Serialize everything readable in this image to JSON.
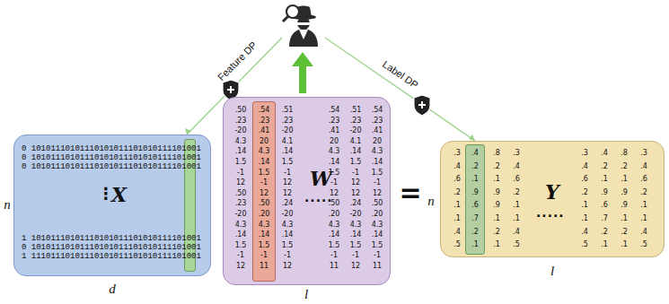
{
  "diagram": {
    "nodes": [
      {
        "text": [
          "0 10101110101110101011101010111101001",
          "0 10101110101110101011101010111101001",
          "0 10101110101110101011101010111101001",
          "⋮",
          "X",
          "1 10101110101110101011101010111101001",
          "0 10101110101110101011101010111101001",
          "1 11101110101110101011101010111101001"
        ]
      },
      {
        "text": [
          ".50 .23 -20 4.3 .14 1.5 -1 12 .50 .23 -20 4.3 .14 1.5 -1 12",
          ".54 .23 .41 20 4.3 .14 1.5 -1 12 .50 .20 4.3 .14 1.5 -1 11",
          ".51 .23 -20 4.1 .14 1.5 -1 12 12 .24 -20 4.3 .14 1.5 -1 12",
          "W",
          ".....",
          ".54 .23 .41 20 4.3 .14 1.5 -1 12 .50 .20 4.3 .14 1.5 -1 11",
          ".51 .23 -20 4.1 .14 1.5 -1 12 12 .24 -20 4.3 .14 1.5 -1 12",
          ".54 .23 .41 20 4.3 .14 1.5 -1 12 .50 .20 4.3 .14 1.5 -1 11"
        ]
      },
      {
        "text": [
          ".3 .4 .6 .2 .1 .1 .4 .5",
          ".4 .2 .1 .9 .6 .7 .2 .1",
          ".8 .2 .1 .9 .9 .1 .2 .1",
          ".3 .4 .6 .2 .1 .1 .4 .5",
          "Y",
          ".....",
          ".3 .4 .6 .2 .1 .1 .4 .5",
          ".4 .2 .1 .9 .6 .7 .2 .1",
          ".8 .2 .1 .9 .9 .1 .2 .1",
          ".3 .4 .6 .2 .1 .1 .4 .5"
        ]
      }
    ],
    "labels": [
      "Feature DP",
      "Label DP",
      "n",
      "d",
      "l",
      "=",
      "n",
      "l"
    ]
  }
}
